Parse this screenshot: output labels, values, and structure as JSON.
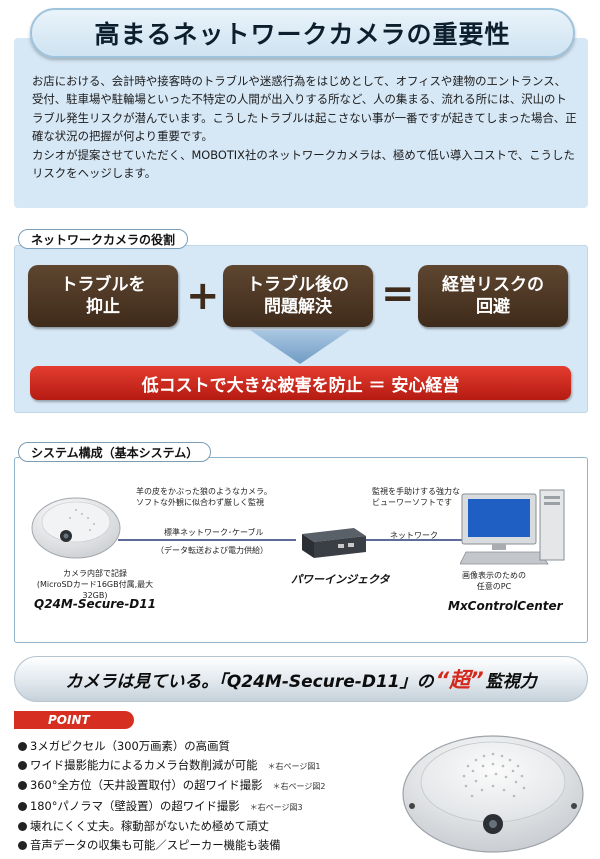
{
  "header": {
    "title": "高まるネットワークカメラの重要性",
    "paragraphs": [
      "お店における、会計時や接客時のトラブルや迷惑行為をはじめとして、オフィスや建物のエントランス、受付、駐車場や駐輪場といった不特定の人間が出入りする所など、人の集まる、流れる所には、沢山のトラブル発生リスクが潜んでいます。こうしたトラブルは起こさない事が一番ですが起きてしまった場合、正確な状況の把握が何より重要です。",
      "カシオが提案させていただく、MOBOTIX社のネットワークカメラは、極めて低い導入コストで、こうしたリスクをヘッジします。"
    ]
  },
  "role": {
    "label": "ネットワークカメラの役割",
    "box1_line1": "トラブルを",
    "box1_line2": "抑止",
    "plus": "+",
    "box2_line1": "トラブル後の",
    "box2_line2": "問題解決",
    "equals": "=",
    "box3_line1": "経営リスクの",
    "box3_line2": "回避",
    "result": "低コストで大きな被害を防止 ＝ 安心経営"
  },
  "system": {
    "label": "システム構成（基本システム）",
    "camera_desc_line1": "羊の皮をかぶった狼のようなカメラ。",
    "camera_desc_line2": "ソフトな外観に似合わず厳しく監視",
    "cable_label": "標準ネットワーク･ケーブル",
    "cable_note": "（データ転送および電力供給）",
    "network_label": "ネットワーク",
    "software_desc_line1": "監視を手助けする強力な",
    "software_desc_line2": "ビューワーソフトです",
    "recording_line1": "カメラ内部で記録",
    "recording_line2": "(MicroSDカード16GB付属,最大32GB)",
    "injector_label": "パワーインジェクタ",
    "pc_line1": "画像表示のための",
    "pc_line2": "任意のPC",
    "camera_model": "Q24M-Secure-D11",
    "software_name": "MxControlCenter"
  },
  "feature": {
    "banner_pre": "カメラは見ている。「Q24M-Secure-D11」の",
    "banner_emph": "“超”",
    "banner_post": "監視力",
    "point_label": "POINT",
    "items": [
      {
        "text": "3メガピクセル（300万画素）の高画質",
        "note": ""
      },
      {
        "text": "ワイド撮影能力によるカメラ台数削減が可能",
        "note": "＊右ページ図1"
      },
      {
        "text": "360°全方位（天井設置取付）の超ワイド撮影",
        "note": "＊右ページ図2"
      },
      {
        "text": "180°パノラマ（壁設置）の超ワイド撮影",
        "note": "＊右ページ図3"
      },
      {
        "text": "壊れにくく丈夫。稼動部がないため極めて頑丈",
        "note": ""
      },
      {
        "text": "音声データの収集も可能／スピーカー機能も装備",
        "note": ""
      }
    ]
  },
  "colors": {
    "accent_blue": "#d6e7f5",
    "brown": "#4a3522",
    "red": "#d62f22"
  }
}
